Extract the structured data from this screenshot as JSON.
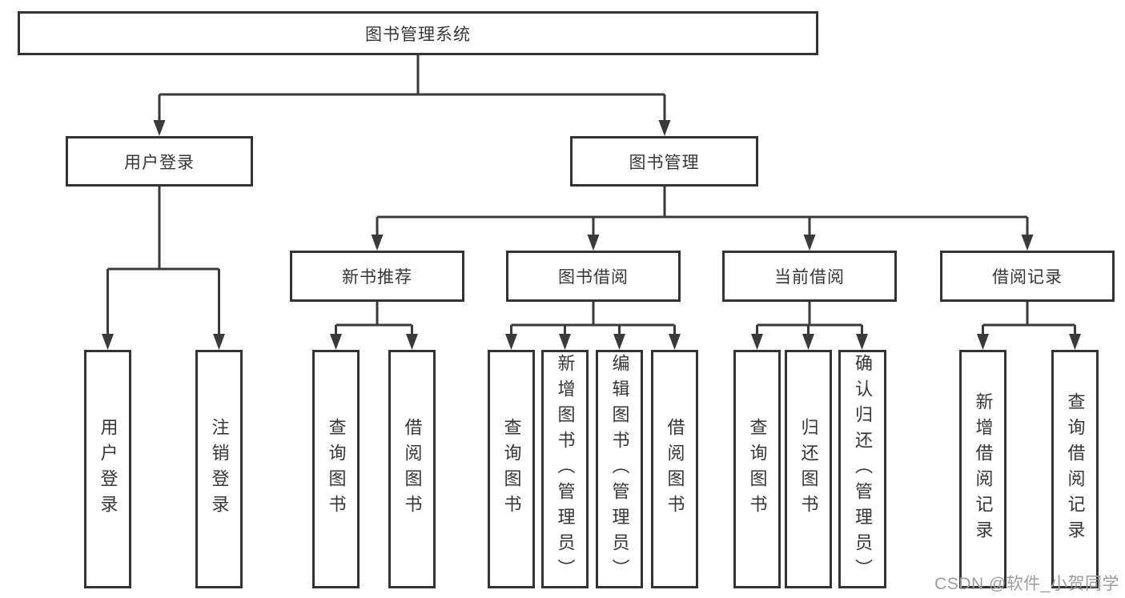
{
  "diagram": {
    "root": {
      "label": "图书管理系统",
      "children": [
        {
          "label": "用户登录",
          "children": [
            {
              "label": "用户登录"
            },
            {
              "label": "注销登录"
            }
          ]
        },
        {
          "label": "图书管理",
          "children": [
            {
              "label": "新书推荐",
              "children": [
                {
                  "label": "查询图书"
                },
                {
                  "label": "借阅图书"
                }
              ]
            },
            {
              "label": "图书借阅",
              "children": [
                {
                  "label": "查询图书"
                },
                {
                  "label": "新增图书（管理员）"
                },
                {
                  "label": "编辑图书（管理员）"
                },
                {
                  "label": "借阅图书"
                }
              ]
            },
            {
              "label": "当前借阅",
              "children": [
                {
                  "label": "查询图书"
                },
                {
                  "label": "归还图书"
                },
                {
                  "label": "确认归还（管理员）"
                }
              ]
            },
            {
              "label": "借阅记录",
              "children": [
                {
                  "label": "新增借阅记录"
                },
                {
                  "label": "查询借阅记录"
                }
              ]
            }
          ]
        }
      ]
    }
  },
  "watermark": {
    "text": "CSDN @软件_小贺同学"
  },
  "colors": {
    "line": "#3a3a3a",
    "box_border": "#333333",
    "box_fill": "#ffffff",
    "text": "#363636",
    "watermark": "#9c9c9c",
    "background": "#ffffff"
  }
}
